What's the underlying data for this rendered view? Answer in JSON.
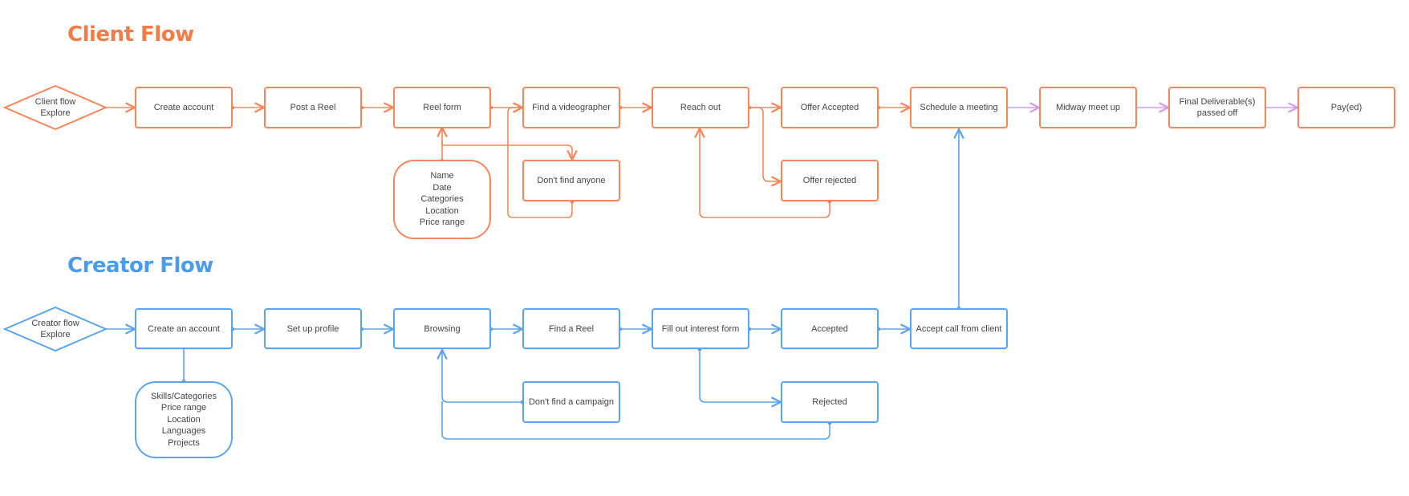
{
  "titles": {
    "client": "Client Flow",
    "creator": "Creator Flow"
  },
  "colors": {
    "client": "#F5875A",
    "creator": "#5AA5EC",
    "final": "#D49BEF"
  },
  "client": {
    "start": [
      "Client flow",
      "Explore"
    ],
    "create_account": "Create account",
    "post_reel": "Post a Reel",
    "reel_form": "Reel form",
    "find_videographer": "Find a videographer",
    "reach_out": "Reach out",
    "offer_accepted": "Offer Accepted",
    "schedule_meeting": "Schedule a meeting",
    "midway": "Midway meet up",
    "final_deliverable": "Final Deliverable(s) passed off",
    "payed": "Pay(ed)",
    "dont_find": "Don't find anyone",
    "offer_rejected": "Offer rejected",
    "reel_fields": [
      "Name",
      "Date",
      "Categories",
      "Location",
      "Price range"
    ]
  },
  "creator": {
    "start": [
      "Creator flow",
      "Explore"
    ],
    "create_account": "Create an account",
    "setup_profile": "Set up profile",
    "browsing": "Browsing",
    "find_reel": "Find a Reel",
    "interest_form": "Fill out interest form",
    "accepted": "Accepted",
    "accept_call": "Accept call from client",
    "dont_find": "Don't find a campaign",
    "rejected": "Rejected",
    "profile_fields": [
      "Skills/Categories",
      "Price range",
      "Location",
      "Languages",
      "Projects"
    ]
  }
}
